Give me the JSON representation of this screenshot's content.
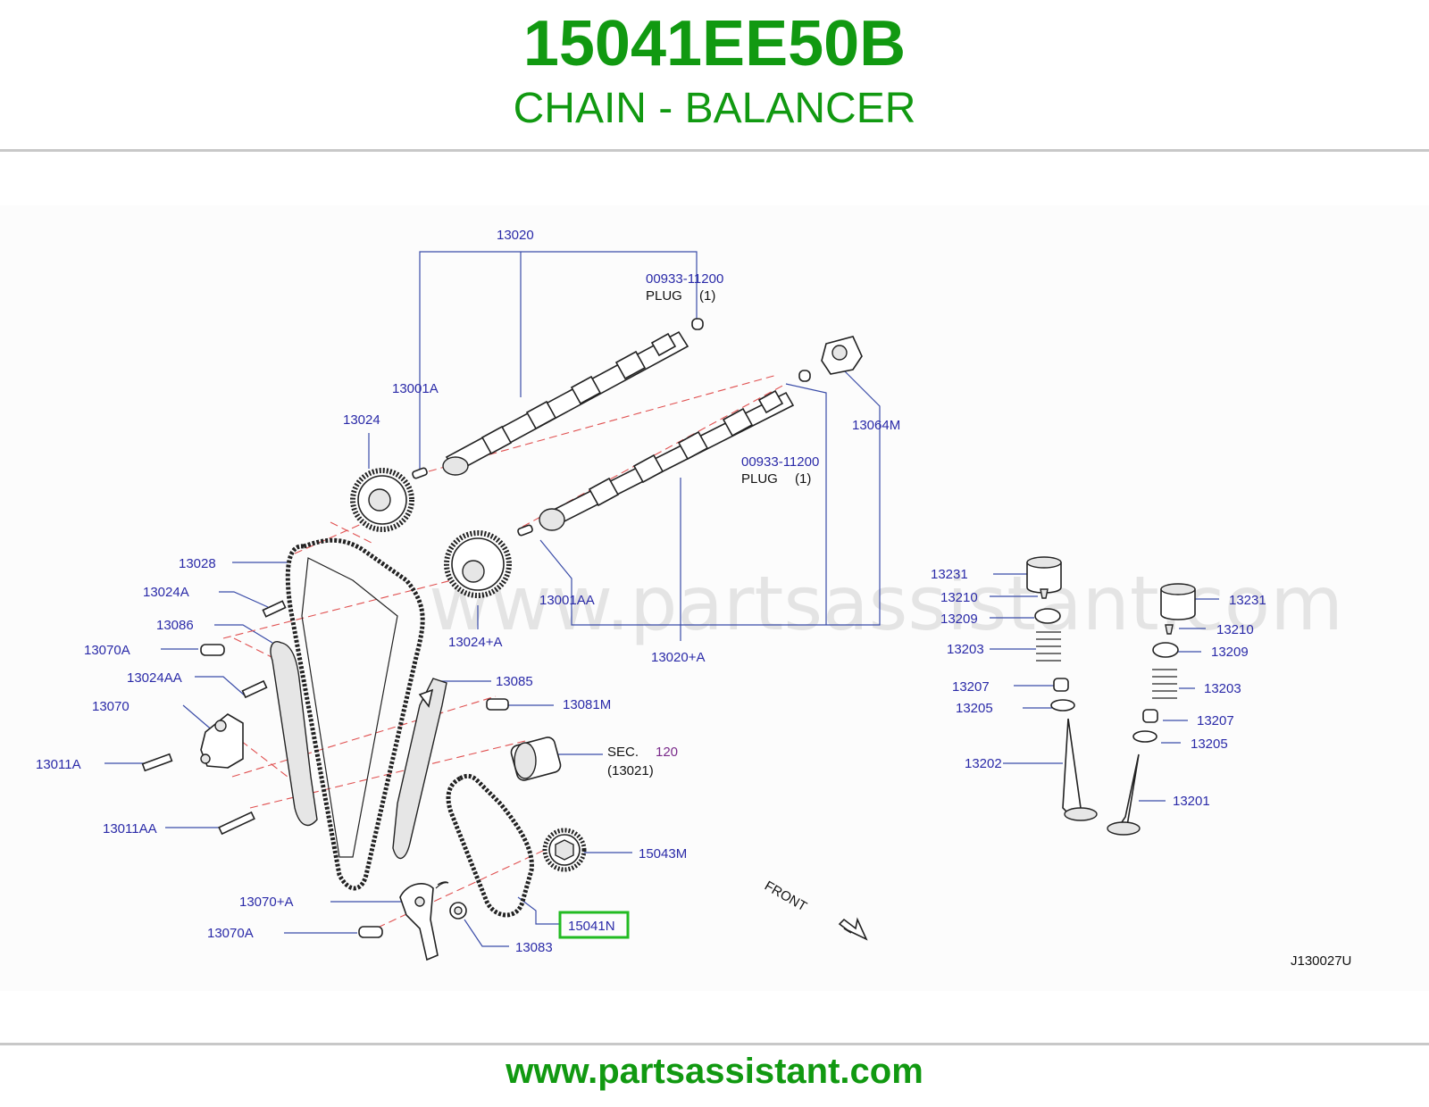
{
  "header": {
    "part_number": "15041EE50B",
    "part_name": "CHAIN - BALANCER"
  },
  "footer": {
    "url": "www.partsassistant.com"
  },
  "diagram": {
    "watermark": "www.partsassistant.com",
    "diagram_code": "J130027U",
    "front_label": "FRONT",
    "highlight_color": "#22bb22",
    "labels": {
      "p13020": "13020",
      "p00933a": "00933-11200",
      "plug_a": "PLUG",
      "plug_a_qty": "(1)",
      "p13001A": "13001A",
      "p13024": "13024",
      "p13064M": "13064M",
      "p00933b": "00933-11200",
      "plug_b": "PLUG",
      "plug_b_qty": "(1)",
      "p13028": "13028",
      "p13024A": "13024A",
      "p13086": "13086",
      "p13070A_top": "13070A",
      "p13024AA": "13024AA",
      "p13070": "13070",
      "p13011A": "13011A",
      "p13011AA": "13011AA",
      "p13070pA": "13070+A",
      "p13070A_bottom": "13070A",
      "p13001AA": "13001AA",
      "p13024pA": "13024+A",
      "p13020pA": "13020+A",
      "p13085": "13085",
      "p13081M": "13081M",
      "sec": "SEC.",
      "sec_num": "120",
      "sec_ref": "(13021)",
      "p15043M": "15043M",
      "p15041N": "15041N",
      "p13083": "13083",
      "p13231_l": "13231",
      "p13210_l": "13210",
      "p13209_l": "13209",
      "p13203_l": "13203",
      "p13207_l": "13207",
      "p13205_l": "13205",
      "p13202": "13202",
      "p13231_r": "13231",
      "p13210_r": "13210",
      "p13209_r": "13209",
      "p13203_r": "13203",
      "p13207_r": "13207",
      "p13205_r": "13205",
      "p13201": "13201"
    }
  }
}
